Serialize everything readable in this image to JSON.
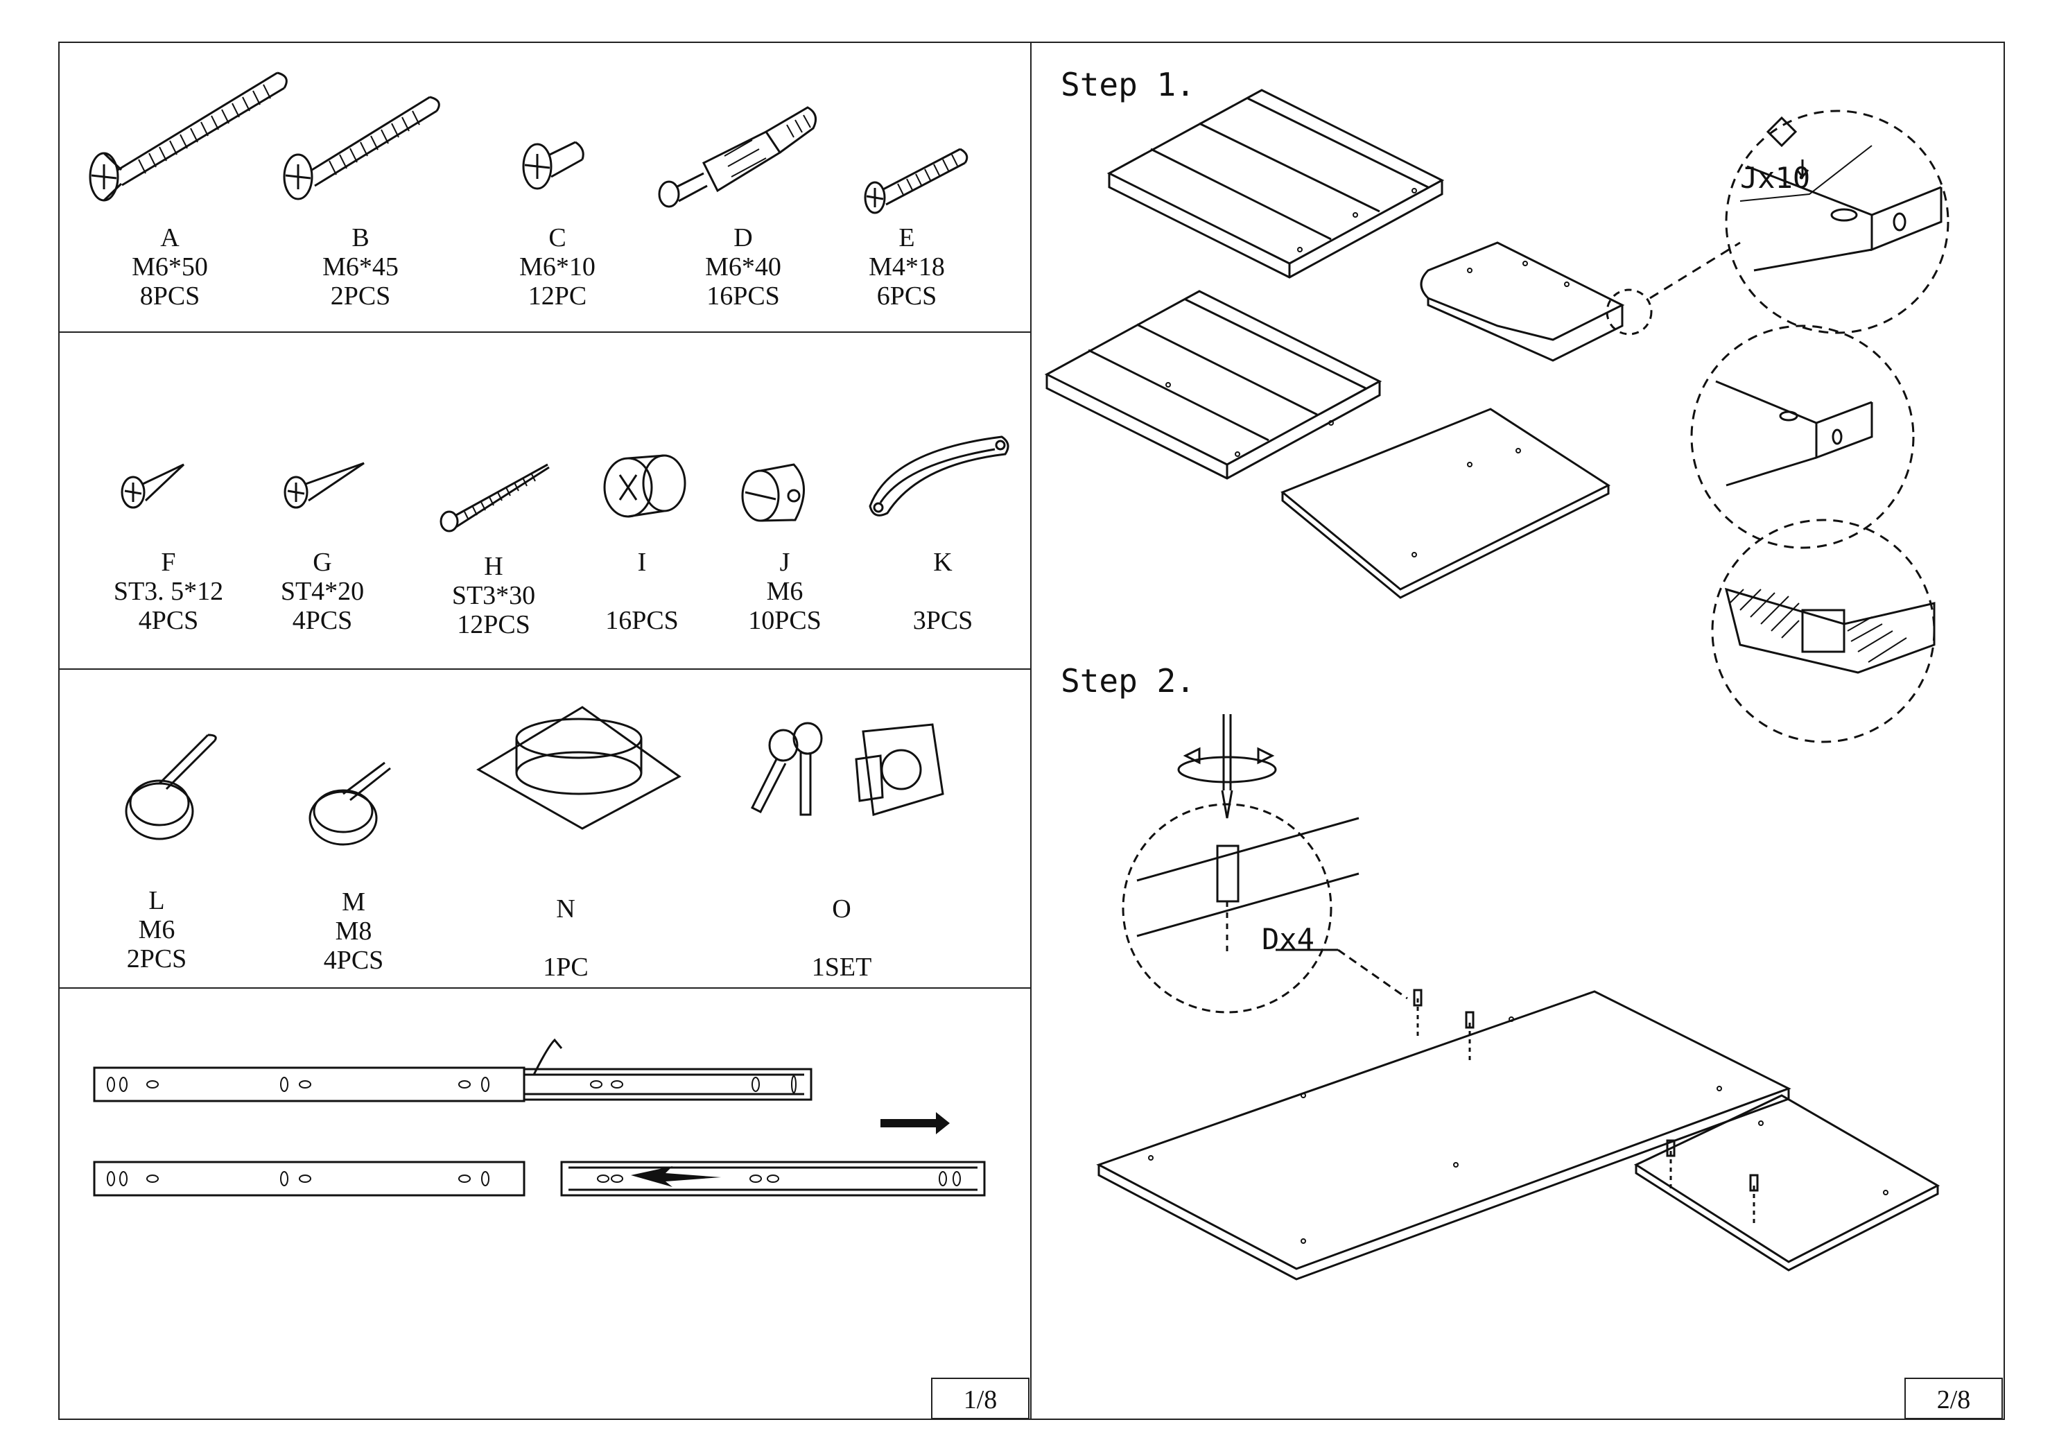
{
  "hardware": [
    {
      "letter": "A",
      "spec": "M6*50",
      "qty": "8PCS",
      "icon": "machine-screw-long-icon"
    },
    {
      "letter": "B",
      "spec": "M6*45",
      "qty": "2PCS",
      "icon": "machine-screw-icon"
    },
    {
      "letter": "C",
      "spec": "M6*10",
      "qty": "12PC",
      "icon": "short-screw-icon"
    },
    {
      "letter": "D",
      "spec": "M6*40",
      "qty": "16PCS",
      "icon": "cam-dowel-bolt-icon"
    },
    {
      "letter": "E",
      "spec": "M4*18",
      "qty": "6PCS",
      "icon": "small-screw-icon"
    },
    {
      "letter": "F",
      "spec": "ST3. 5*12",
      "qty": "4PCS",
      "icon": "wood-screw-short-icon"
    },
    {
      "letter": "G",
      "spec": "ST4*20",
      "qty": "4PCS",
      "icon": "wood-screw-icon"
    },
    {
      "letter": "H",
      "spec": "ST3*30",
      "qty": "12PCS",
      "icon": "wood-screw-long-icon"
    },
    {
      "letter": "I",
      "spec": "",
      "qty": "16PCS",
      "icon": "cam-lock-icon"
    },
    {
      "letter": "J",
      "spec": "M6",
      "qty": "10PCS",
      "icon": "barrel-nut-icon"
    },
    {
      "letter": "K",
      "spec": "",
      "qty": "3PCS",
      "icon": "handle-icon"
    },
    {
      "letter": "L",
      "spec": "M6",
      "qty": "2PCS",
      "icon": "leveling-foot-icon"
    },
    {
      "letter": "M",
      "spec": "M8",
      "qty": "4PCS",
      "icon": "leveling-foot-large-icon"
    },
    {
      "letter": "N",
      "spec": "",
      "qty": "1PC",
      "icon": "grommet-icon"
    },
    {
      "letter": "O",
      "spec": "",
      "qty": "1SET",
      "icon": "lock-and-keys-icon"
    }
  ],
  "pages": {
    "left": "1/8",
    "right": "2/8"
  },
  "steps": {
    "step1": "Step 1.",
    "step2": "Step 2."
  },
  "callouts": {
    "j": "Jx10",
    "d": "Dx4"
  }
}
